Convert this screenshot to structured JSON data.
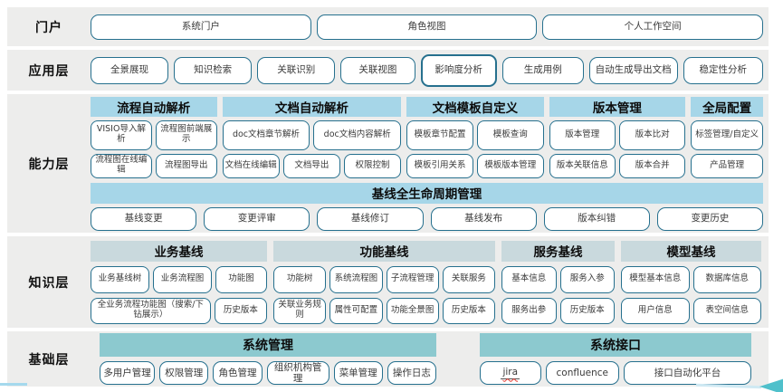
{
  "colors": {
    "band_bg": "#ededec",
    "accent_border": "#26708e",
    "header_blue": "#a6d6e8",
    "header_gray": "#c9d9dd",
    "header_teal": "#8cc9cf",
    "arrow": "#4fc0cb"
  },
  "portal": {
    "label": "门户",
    "items": [
      "系统门户",
      "角色视图",
      "个人工作空间"
    ]
  },
  "application": {
    "label": "应用层",
    "items": [
      "全景展现",
      "知识检索",
      "关联识别",
      "关联视图",
      "影响度分析",
      "生成用例",
      "自动生成导出文档",
      "稳定性分析"
    ]
  },
  "capability": {
    "label": "能力层",
    "groups": [
      {
        "title": "流程自动解析",
        "rows": [
          [
            "VISIO导入解析",
            "流程图前端展示"
          ],
          [
            "流程图在线编辑",
            "流程图导出"
          ]
        ]
      },
      {
        "title": "文档自动解析",
        "rows": [
          [
            "doc文档章节解析",
            "doc文档内容解析"
          ],
          [
            "文档在线编辑",
            "文档导出",
            "权限控制"
          ]
        ]
      },
      {
        "title": "文档模板自定义",
        "rows": [
          [
            "模板章节配置",
            "模板查询"
          ],
          [
            "模板引用关系",
            "模板版本管理"
          ]
        ]
      },
      {
        "title": "版本管理",
        "rows": [
          [
            "版本管理",
            "版本比对"
          ],
          [
            "版本关联信息",
            "版本合并"
          ]
        ]
      },
      {
        "title": "全局配置",
        "rows": [
          [
            "标签管理/自定义"
          ],
          [
            "产品管理"
          ]
        ]
      }
    ],
    "baseline": {
      "title": "基线全生命周期管理",
      "items": [
        "基线变更",
        "变更评审",
        "基线修订",
        "基线发布",
        "版本纠错",
        "变更历史"
      ]
    }
  },
  "knowledge": {
    "label": "知识层",
    "groups": [
      {
        "title": "业务基线",
        "rows": [
          [
            "业务基线树",
            "业务流程图",
            "功能图"
          ],
          [
            "全业务流程功能图（搜索/下钻展示）",
            "历史版本"
          ]
        ]
      },
      {
        "title": "功能基线",
        "rows": [
          [
            "功能树",
            "系统流程图",
            "子流程管理",
            "关联服务"
          ],
          [
            "关联业务规则",
            "属性可配置",
            "功能全景图",
            "历史版本"
          ]
        ]
      },
      {
        "title": "服务基线",
        "rows": [
          [
            "基本信息",
            "服务入参"
          ],
          [
            "服务出参",
            "历史版本"
          ]
        ]
      },
      {
        "title": "模型基线",
        "rows": [
          [
            "模型基本信息",
            "数据库信息"
          ],
          [
            "用户信息",
            "表空间信息"
          ]
        ]
      }
    ]
  },
  "foundation": {
    "label": "基础层",
    "sections": [
      {
        "title": "系统管理",
        "items": [
          "多用户管理",
          "权限管理",
          "角色管理",
          "组织机构管理",
          "菜单管理",
          "操作日志"
        ]
      },
      {
        "title": "系统接口",
        "items": [
          "jira",
          "confluence",
          "接口自动化平台"
        ]
      }
    ]
  }
}
